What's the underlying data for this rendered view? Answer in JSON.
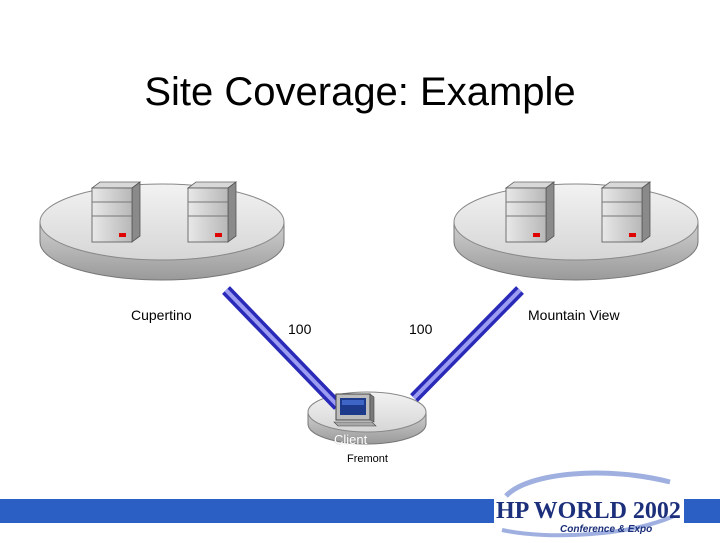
{
  "slide": {
    "title": "Site Coverage: Example"
  },
  "sites": {
    "left": {
      "name": "Cupertino"
    },
    "right": {
      "name": "Mountain View"
    },
    "client": {
      "name": "Fremont",
      "device_label": "Client"
    }
  },
  "links": {
    "left_cost": "100",
    "right_cost": "100"
  },
  "footer": {
    "logo_text": "HP WORLD 2002",
    "logo_subtext": "Conference & Expo"
  },
  "colors": {
    "link_blue": "#3a3acc",
    "footer_blue": "#2b5fc4",
    "logo_navy": "#1c2f7a"
  }
}
